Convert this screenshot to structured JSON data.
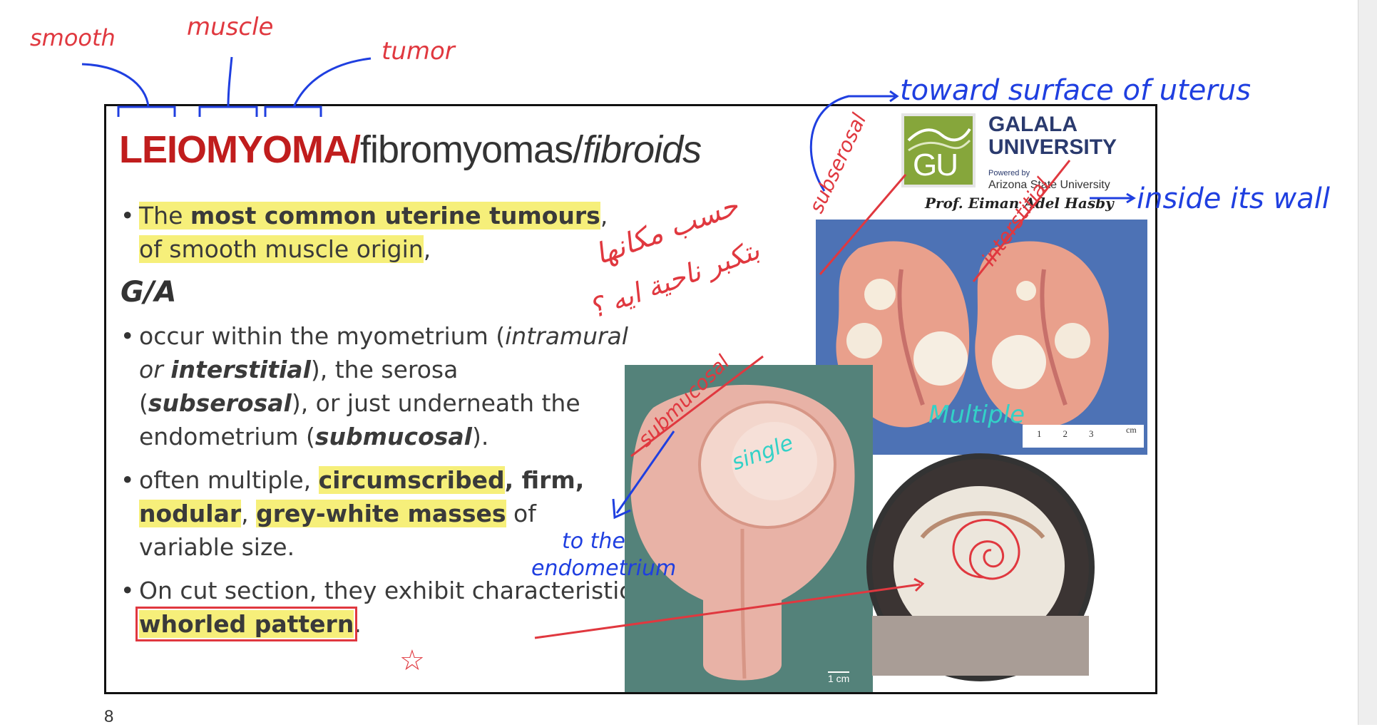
{
  "slide": {
    "title_main": "LEIOMYOMA/",
    "title_mid": "fibromyomas/",
    "title_end": "fibroids",
    "ga_heading": "G/A",
    "page_number": "8",
    "bullet1": {
      "a": "The ",
      "b": "most common uterine tumours",
      "c": ",",
      "d": "of smooth muscle origin",
      "e": ","
    },
    "bullet2": {
      "a": "occur within the myometrium (",
      "b": "intramural",
      "c": " or ",
      "d": "interstitial",
      "e": "), the serosa (",
      "f": "subserosal",
      "g": "), or just underneath the endometrium (",
      "h": "submucosal",
      "i": ")."
    },
    "bullet3": {
      "a": "often multiple, ",
      "b": "circumscribed",
      "c": ", firm, ",
      "d": "nodular",
      "e": ", ",
      "f": "grey-white masses",
      "g": " of variable size."
    },
    "bullet4": {
      "a": "On cut section, they exhibit characteristic ",
      "b": "whorled pattern",
      "c": "."
    }
  },
  "logo": {
    "gu": "GU",
    "line1": "GALALA",
    "line2": "UNIVERSITY",
    "powered": "Powered by",
    "partner": "Arizona State University",
    "author": "Prof. Eiman Adel Hasby"
  },
  "photos": {
    "scale_small": "1 cm",
    "ruler_unit": "cm",
    "ruler_ticks": [
      "1",
      "2",
      "3"
    ]
  },
  "annotations": {
    "smooth": "smooth",
    "muscle": "muscle",
    "tumor": "tumor",
    "toward_surface": "toward surface of uterus",
    "inside_wall": "inside its wall",
    "subserosal": "subserosal",
    "interstitial": "interstitial",
    "submucosal": "submucosal",
    "single": "single",
    "multiple": "Multiple",
    "to_the": "to the",
    "endometrium": "endometrium",
    "arabic_1": "حسب مكانها",
    "arabic_2": "بتكبر ناحية ايه ؟",
    "star": "☆"
  },
  "colors": {
    "annotation_red": "#e0383f",
    "annotation_blue": "#1f3fe0",
    "annotation_teal": "#33d1c7",
    "highlight": "#f6ef7a",
    "title_red": "#c01d1d",
    "logo_green": "#86a63b",
    "logo_navy": "#2a3a6e"
  }
}
